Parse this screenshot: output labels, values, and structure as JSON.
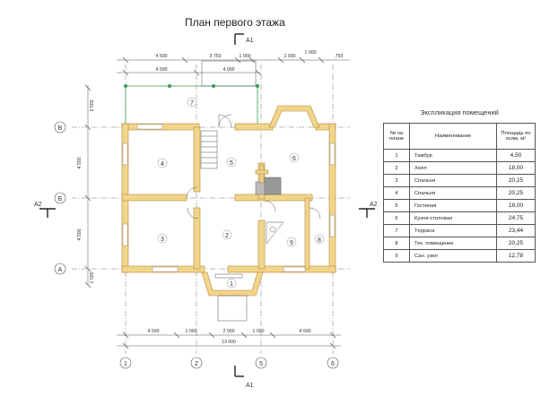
{
  "title": "План первого этажа",
  "section_cuts": {
    "a1": "А1",
    "a2": "А2"
  },
  "axes": {
    "vertical": [
      "1",
      "2",
      "5",
      "6"
    ],
    "horizontal": [
      "В",
      "Б",
      "А"
    ]
  },
  "dimensions": {
    "top_row1": [
      "4 500",
      "3 750",
      "1 000",
      "2 000",
      "1 000",
      "750"
    ],
    "top_row2": [
      "4 500",
      "4 000"
    ],
    "bottom_row1": [
      "4 500",
      "1 000",
      "2 000",
      "1 000",
      "4 500"
    ],
    "bottom_total": "13 000",
    "left": [
      "2 500",
      "4 500",
      "4 500",
      "1 500"
    ]
  },
  "rooms": [
    "1",
    "2",
    "3",
    "4",
    "5",
    "6",
    "7",
    "8",
    "9"
  ],
  "explication": {
    "title": "Экспликация помещений",
    "headers": {
      "num": "№ на плане",
      "name": "Наименование",
      "area": "Площадь по осям, м²"
    },
    "rows": [
      {
        "num": "1",
        "name": "Тамбур",
        "area": "4,50"
      },
      {
        "num": "2",
        "name": "Холл",
        "area": "18,00"
      },
      {
        "num": "3",
        "name": "Спальня",
        "area": "20,25"
      },
      {
        "num": "4",
        "name": "Спальня",
        "area": "20,25"
      },
      {
        "num": "5",
        "name": "Гостиная",
        "area": "18,00"
      },
      {
        "num": "6",
        "name": "Кухня-столовая",
        "area": "24,75"
      },
      {
        "num": "7",
        "name": "Терраса",
        "area": "23,44"
      },
      {
        "num": "8",
        "name": "Тех. помещение",
        "area": "20,25"
      },
      {
        "num": "9",
        "name": "Сан. узел",
        "area": "12,78"
      }
    ]
  },
  "colors": {
    "wall": "#f2d58a",
    "wall_stroke": "#b08a3c",
    "line": "#555555",
    "terrace_frame": "#3a9a55"
  }
}
